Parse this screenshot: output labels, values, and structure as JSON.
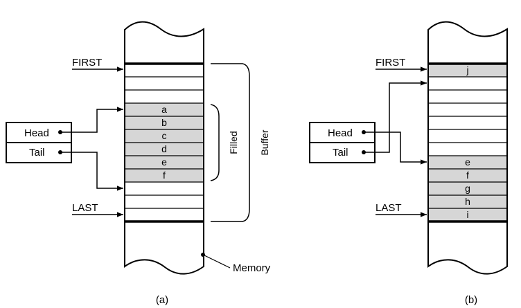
{
  "panel_a": {
    "first_label": "FIRST",
    "last_label": "LAST",
    "head_label": "Head",
    "tail_label": "Tail",
    "cells": [
      "a",
      "b",
      "c",
      "d",
      "e",
      "f"
    ],
    "filled_label": "Filled",
    "buffer_label": "Buffer",
    "memory_label": "Memory",
    "caption": "(a)"
  },
  "panel_b": {
    "first_label": "FIRST",
    "last_label": "LAST",
    "head_label": "Head",
    "tail_label": "Tail",
    "top_cell": "j",
    "cells": [
      "e",
      "f",
      "g",
      "h",
      "i"
    ],
    "caption": "(b)"
  }
}
